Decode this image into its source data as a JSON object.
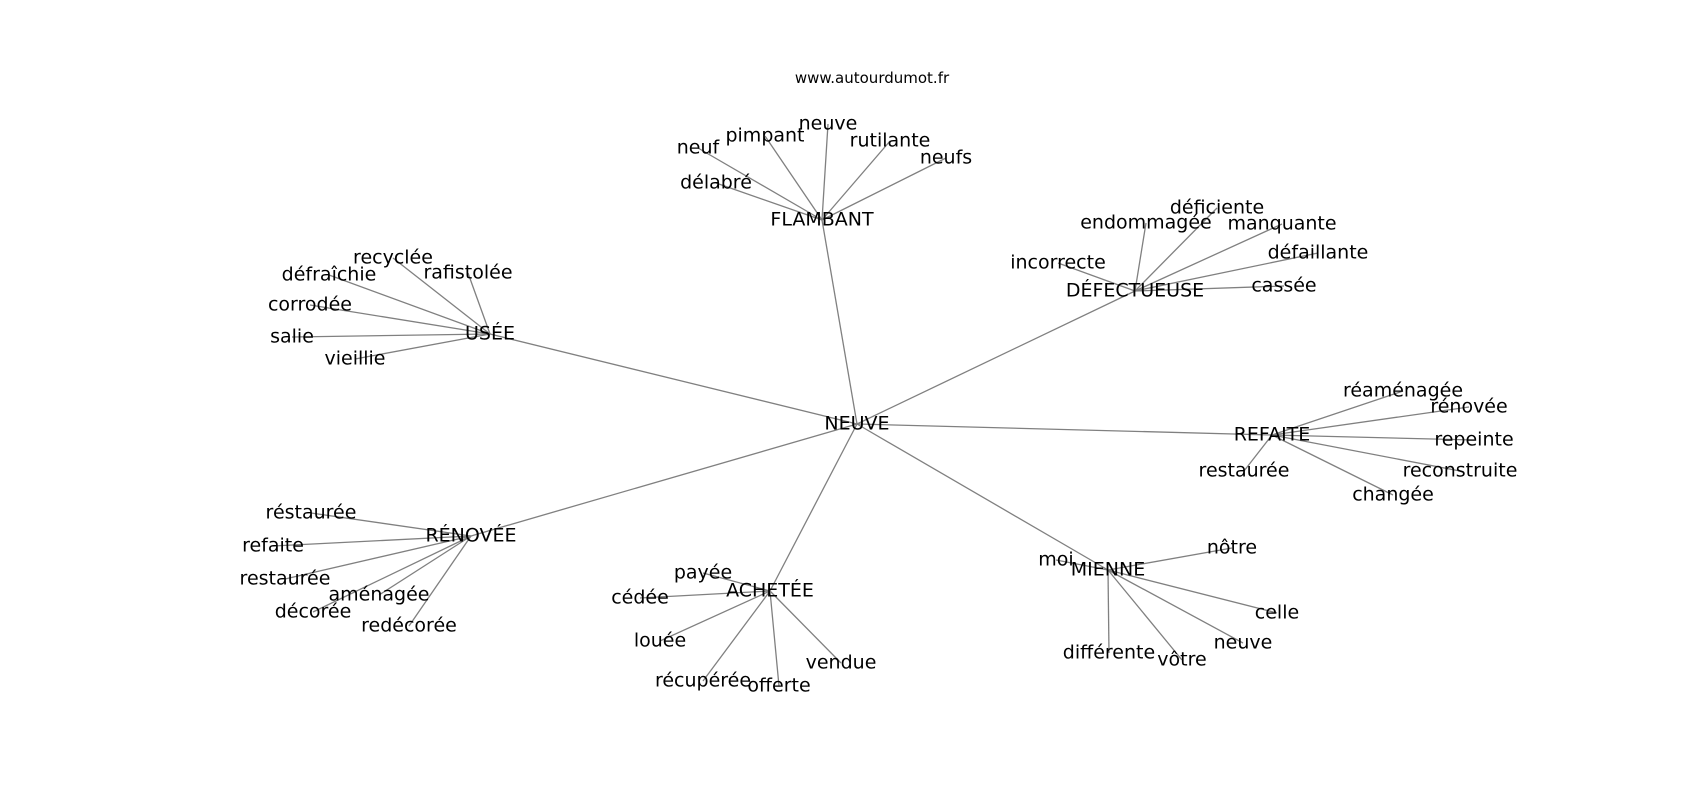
{
  "watermark": "www.autourdumot.fr",
  "edge_color": "#808080",
  "root": "NEUVE",
  "clusters": [
    {
      "hub": "FLAMBANT",
      "leaves": [
        "neuf",
        "pimpant",
        "neuve",
        "rutilante",
        "neufs",
        "délabré"
      ]
    },
    {
      "hub": "DÉFECTUEUSE",
      "leaves": [
        "endommagée",
        "déficiente",
        "manquante",
        "défaillante",
        "incorrecte",
        "cassée"
      ]
    },
    {
      "hub": "USÉE",
      "leaves": [
        "recyclée",
        "rafistolée",
        "défraîchie",
        "corrodée",
        "salie",
        "vieillie"
      ]
    },
    {
      "hub": "REFAITE",
      "leaves": [
        "réaménagée",
        "rénovée",
        "repeinte",
        "reconstruite",
        "changée",
        "restaurée"
      ]
    },
    {
      "hub": "RÉNOVÉE",
      "leaves": [
        "réstaurée",
        "refaite",
        "restaurée",
        "aménagée",
        "décorée",
        "redécorée"
      ]
    },
    {
      "hub": "ACHETÉE",
      "leaves": [
        "payée",
        "cédée",
        "louée",
        "récupérée",
        "offerte",
        "vendue"
      ]
    },
    {
      "hub": "MIENNE",
      "leaves": [
        "moi",
        "nôtre",
        "celle",
        "neuve",
        "vôtre",
        "différente"
      ]
    }
  ]
}
